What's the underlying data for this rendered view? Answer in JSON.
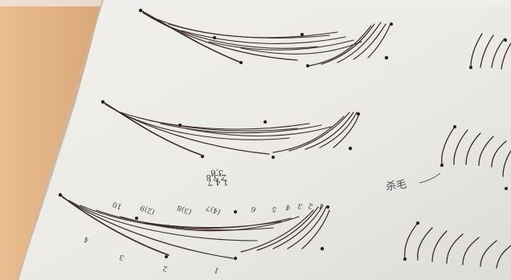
{
  "photo": {
    "handwritten_labels": {
      "middle_note_line1": "1,4,7",
      "middle_note_line2": "2,5,8",
      "middle_note_line3": "3,6",
      "side_note": "杀毛",
      "row3_upper_numbers": [
        "10",
        "(2)9",
        "(3)8",
        "(4)7",
        "6",
        "5",
        "4",
        "3",
        "2",
        "1"
      ],
      "row3_lower_numbers": [
        "4",
        "3",
        "2",
        "1"
      ]
    },
    "colors": {
      "paper": "#ecebe6",
      "wood": "#e7b98c",
      "ink": "#3a2a2e",
      "pencil": "#555560"
    }
  }
}
